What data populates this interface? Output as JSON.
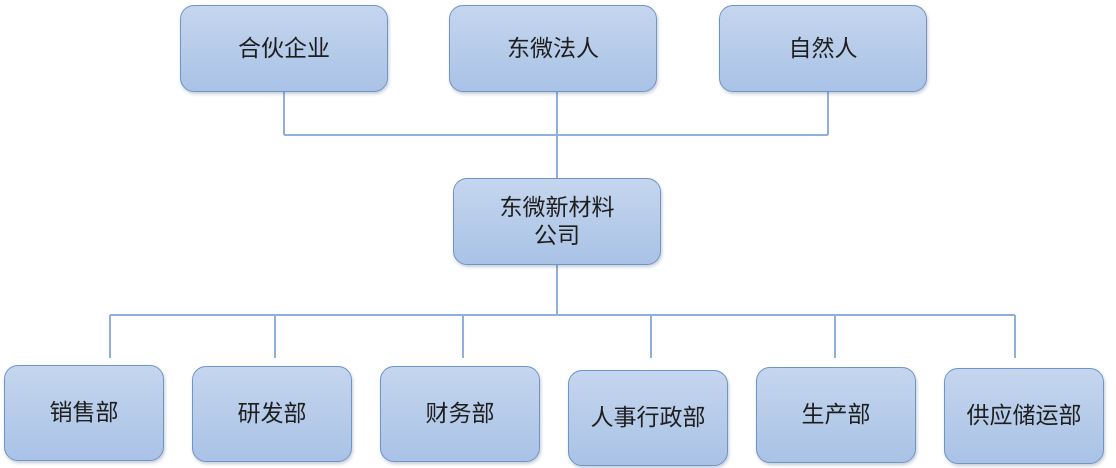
{
  "colors": {
    "node_fill_top": "#c5d6ee",
    "node_fill_bottom": "#a9c2e6",
    "node_border": "#6f94c6",
    "connector": "#8fb0db"
  },
  "shareholders": [
    {
      "label": "合伙企业"
    },
    {
      "label": "东微法人"
    },
    {
      "label": "自然人"
    }
  ],
  "company": {
    "line1": "东微新材料",
    "line2": "公司"
  },
  "departments": [
    {
      "label": "销售部"
    },
    {
      "label": "研发部"
    },
    {
      "label": "财务部"
    },
    {
      "label": "人事行政部"
    },
    {
      "label": "生产部"
    },
    {
      "label": "供应储运部"
    }
  ]
}
